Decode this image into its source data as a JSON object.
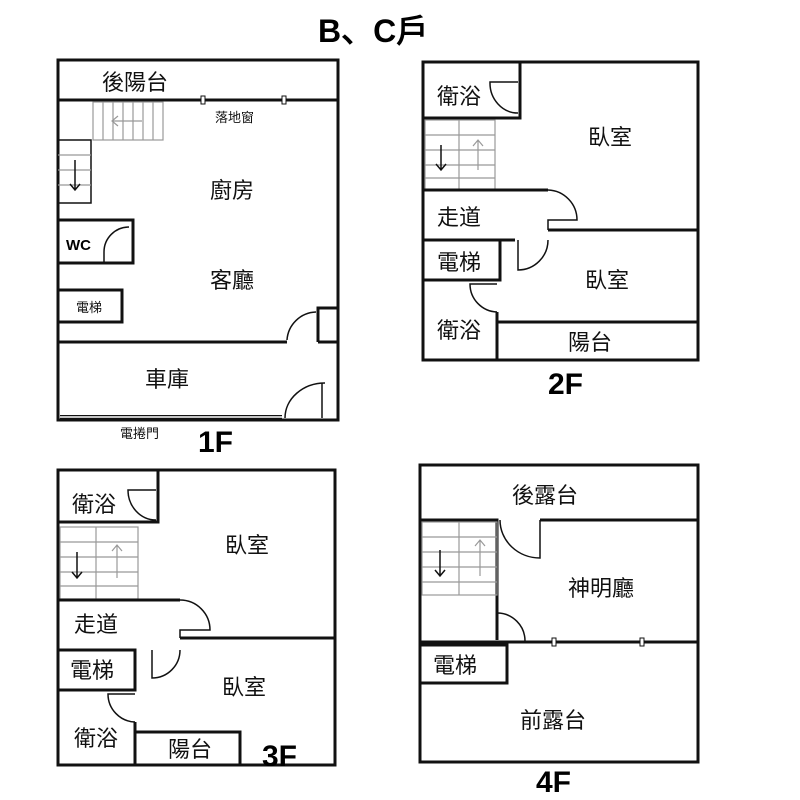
{
  "title": "B、C戶",
  "floors": {
    "f1": {
      "label": "1F",
      "rooms": {
        "back_balcony": "後陽台",
        "window": "落地窗",
        "kitchen": "廚房",
        "wc": "WC",
        "living": "客廳",
        "elevator": "電梯",
        "garage": "車庫",
        "roll_door": "電捲門"
      }
    },
    "f2": {
      "label": "2F",
      "rooms": {
        "bath1": "衛浴",
        "bedroom1": "臥室",
        "hall": "走道",
        "elevator": "電梯",
        "bedroom2": "臥室",
        "bath2": "衛浴",
        "balcony": "陽台"
      }
    },
    "f3": {
      "label": "3F",
      "rooms": {
        "bath1": "衛浴",
        "bedroom1": "臥室",
        "hall": "走道",
        "elevator": "電梯",
        "bedroom2": "臥室",
        "bath2": "衛浴",
        "balcony": "陽台"
      }
    },
    "f4": {
      "label": "4F",
      "rooms": {
        "back_terrace": "後露台",
        "shrine": "神明廳",
        "elevator": "電梯",
        "front_terrace": "前露台"
      }
    }
  }
}
